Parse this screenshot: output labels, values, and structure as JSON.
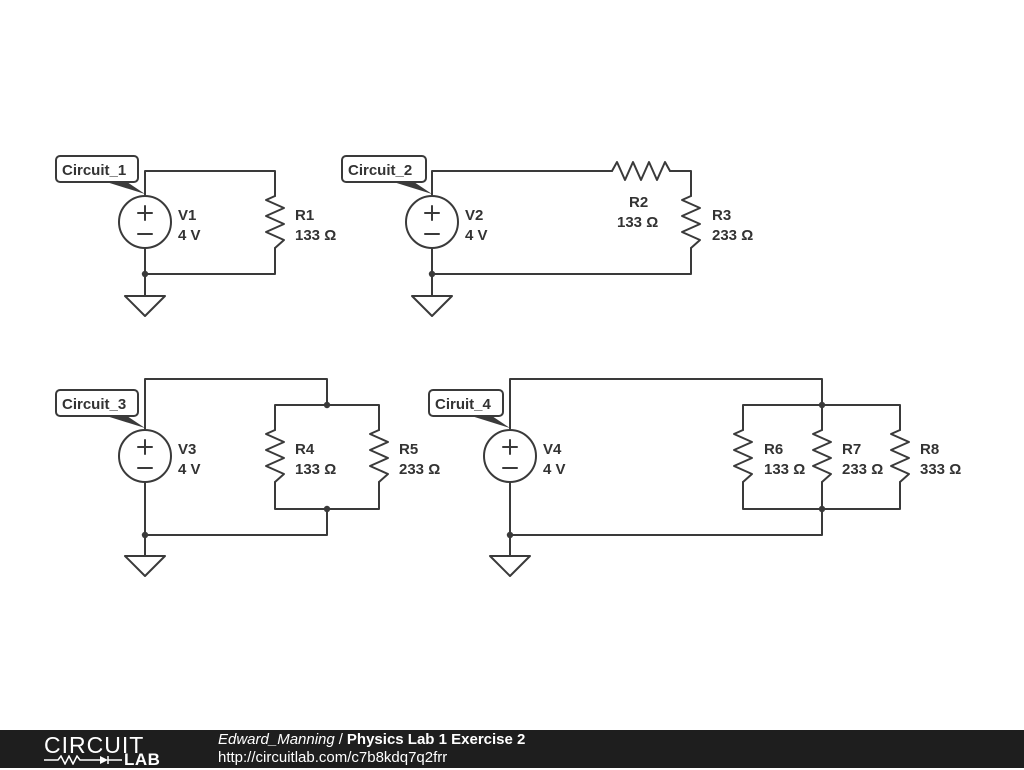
{
  "circuits": {
    "c1": {
      "tag": "Circuit_1",
      "v_name": "V1",
      "v_value": "4 V",
      "r1_name": "R1",
      "r1_value": "133 Ω"
    },
    "c2": {
      "tag": "Circuit_2",
      "v_name": "V2",
      "v_value": "4 V",
      "r2_name": "R2",
      "r2_value": "133 Ω",
      "r3_name": "R3",
      "r3_value": "233 Ω"
    },
    "c3": {
      "tag": "Circuit_3",
      "v_name": "V3",
      "v_value": "4 V",
      "r4_name": "R4",
      "r4_value": "133 Ω",
      "r5_name": "R5",
      "r5_value": "233 Ω"
    },
    "c4": {
      "tag": "Ciruit_4",
      "v_name": "V4",
      "v_value": "4 V",
      "r6_name": "R6",
      "r6_value": "133 Ω",
      "r7_name": "R7",
      "r7_value": "233 Ω",
      "r8_name": "R8",
      "r8_value": "333 Ω"
    }
  },
  "footer": {
    "logo_top": "CIRCUIT",
    "logo_bottom": "LAB",
    "author": "Edward_Manning",
    "separator": "/",
    "title": "Physics Lab 1 Exercise 2",
    "url": "http://circuitlab.com/c7b8kdq7q2frr"
  },
  "colors": {
    "ink": "#3a3a3a",
    "footer_bg": "#1e1e1e"
  }
}
